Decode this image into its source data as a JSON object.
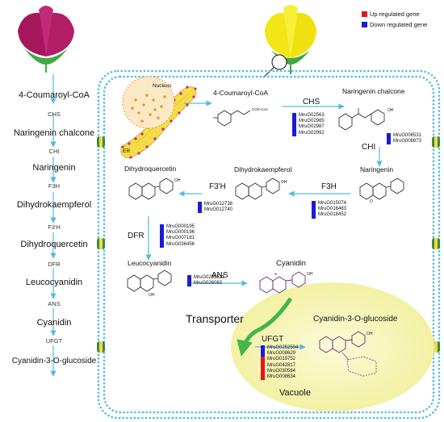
{
  "left_pathway": {
    "steps": [
      "4-Coumaroyl-CoA",
      "Naringenin  chalcone",
      "Naringenin",
      "Dihydrokaempferol",
      "Dihydroquercetin",
      "Leucocyanidin",
      "Cyanidin",
      "Cyanidin-3-O-glucoside"
    ],
    "enzymes": [
      "CHS",
      "CHI",
      "F3H",
      "F3'H",
      "DFR",
      "ANS",
      "UFGT"
    ]
  },
  "legend": {
    "up": "Up regulated gene",
    "down": "Down regulated gene",
    "up_color": "#e8151b",
    "down_color": "#1b1bd6"
  },
  "cell": {
    "nucleus": "Nucleus",
    "er": "ER",
    "vacuole": "Vacuole",
    "transporter": "Transporter",
    "membrane_color": "#52bce0",
    "vacuole_color": "#f7f5b8",
    "arrow_color": "#41b649"
  },
  "compounds": {
    "coumaroyl": "4-Coumaroyl-CoA",
    "coa_group": "COS-CoA",
    "chalcone": "Naringenin chalcone",
    "naringenin": "Naringenin",
    "dhk": "Dihydrokaempferol",
    "dhq": "Dihydroquercetin",
    "leuco": "Leucocyanidin",
    "cyanidin": "Cyanidin",
    "c3g": "Cyanidin-3-O-glucoside"
  },
  "enzymes": {
    "chs": "CHS",
    "chi": "CHI",
    "f3h": "F3H",
    "f3ph": "F3'H",
    "dfr": "DFR",
    "ans": "ANS",
    "ufgt": "UFGT"
  },
  "gene_groups": {
    "chs": {
      "genes": [
        "MruG02563",
        "MruG02985",
        "MruG02987",
        "MruG02992"
      ],
      "reg": [
        "down",
        "down",
        "down",
        "down"
      ]
    },
    "chi": {
      "genes": [
        "MruG006531",
        "MruG008873"
      ],
      "reg": [
        "down",
        "down"
      ]
    },
    "f3h": {
      "genes": [
        "MruG015074",
        "MruG016463",
        "MruG018452"
      ],
      "reg": [
        "down",
        "down",
        "down"
      ]
    },
    "f3ph": {
      "genes": [
        "MruG012738",
        "MruG012740"
      ],
      "reg": [
        "down",
        "down"
      ]
    },
    "dfr": {
      "genes": [
        "MruG000195",
        "MruG000196",
        "MruG007181",
        "MruG036456"
      ],
      "reg": [
        "down",
        "down",
        "down",
        "down"
      ]
    },
    "ans": {
      "genes": [
        "MruG0255511",
        "MruG026083"
      ],
      "reg": [
        "down",
        "down"
      ]
    },
    "ufgt": {
      "genes": [
        "MruG0252594",
        "MruG008629",
        "MruG019752",
        "MruG042817",
        "MruG030584",
        "MruG008634"
      ],
      "reg": [
        "down",
        "down",
        "up",
        "up",
        "up",
        "up"
      ]
    }
  },
  "flowers": {
    "magenta": "#a5165c",
    "yellow": "#f6ea12",
    "stem": "#43a843"
  },
  "struct_labels": {
    "oh": "OH",
    "o": "O",
    "plus": "+"
  }
}
